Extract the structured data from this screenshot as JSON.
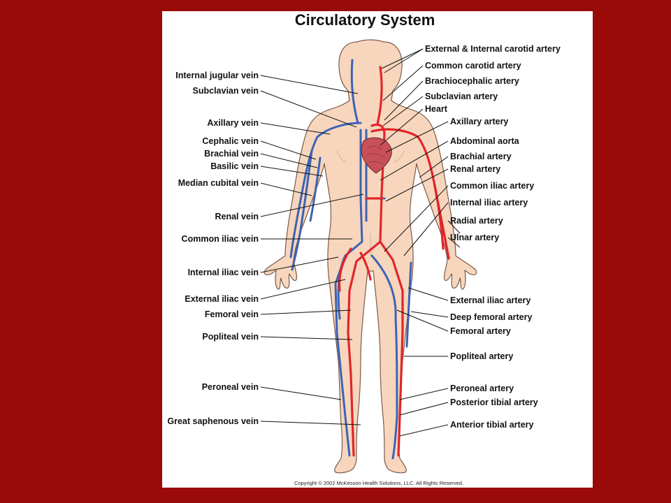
{
  "title": "Circulatory System",
  "copyright": "Copyright © 2002 McKesson Health Solutions, LLC. All Rights Reserved.",
  "colors": {
    "background": "#9a0a08",
    "panel": "#ffffff",
    "skin": "#f7d6bd",
    "skin_outline": "#7a5a4a",
    "artery": "#e0262a",
    "vein": "#3c63b4",
    "heart": "#c8505a"
  },
  "labels_left": [
    "Internal jugular vein",
    "Subclavian vein",
    "Axillary vein",
    "Cephalic vein",
    "Brachial vein",
    "Basilic vein",
    "Median cubital vein",
    "Renal vein",
    "Common iliac vein",
    "Internal iliac vein",
    "External iliac vein",
    "Femoral vein",
    "Popliteal vein",
    "Peroneal vein",
    "Great saphenous vein"
  ],
  "labels_right": [
    "External & Internal carotid artery",
    "Common carotid artery",
    "Brachiocephalic artery",
    "Subclavian artery",
    "Heart",
    "Axillary artery",
    "Abdominal aorta",
    "Brachial artery",
    "Renal artery",
    "Common iliac artery",
    "Internal iliac artery",
    "Radial artery",
    "Ulnar artery",
    "External iliac artery",
    "Deep femoral artery",
    "Femoral artery",
    "Popliteal artery",
    "Peroneal artery",
    "Posterior tibial artery",
    "Anterior tibial artery"
  ]
}
